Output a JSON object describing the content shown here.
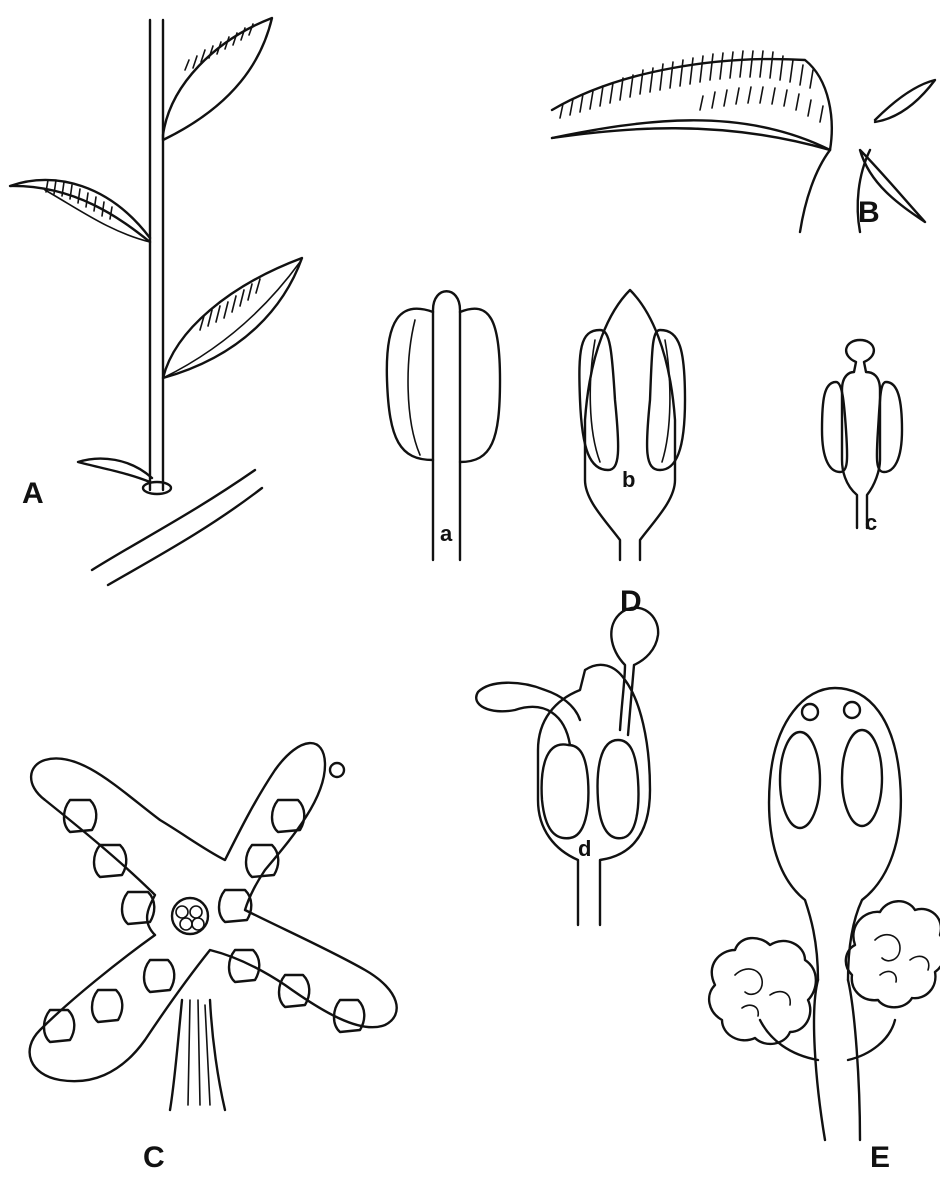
{
  "labels": {
    "A": "A",
    "B": "B",
    "C": "C",
    "D": "D",
    "E": "E",
    "a": "a",
    "b": "b",
    "c": "c",
    "d": "d"
  }
}
